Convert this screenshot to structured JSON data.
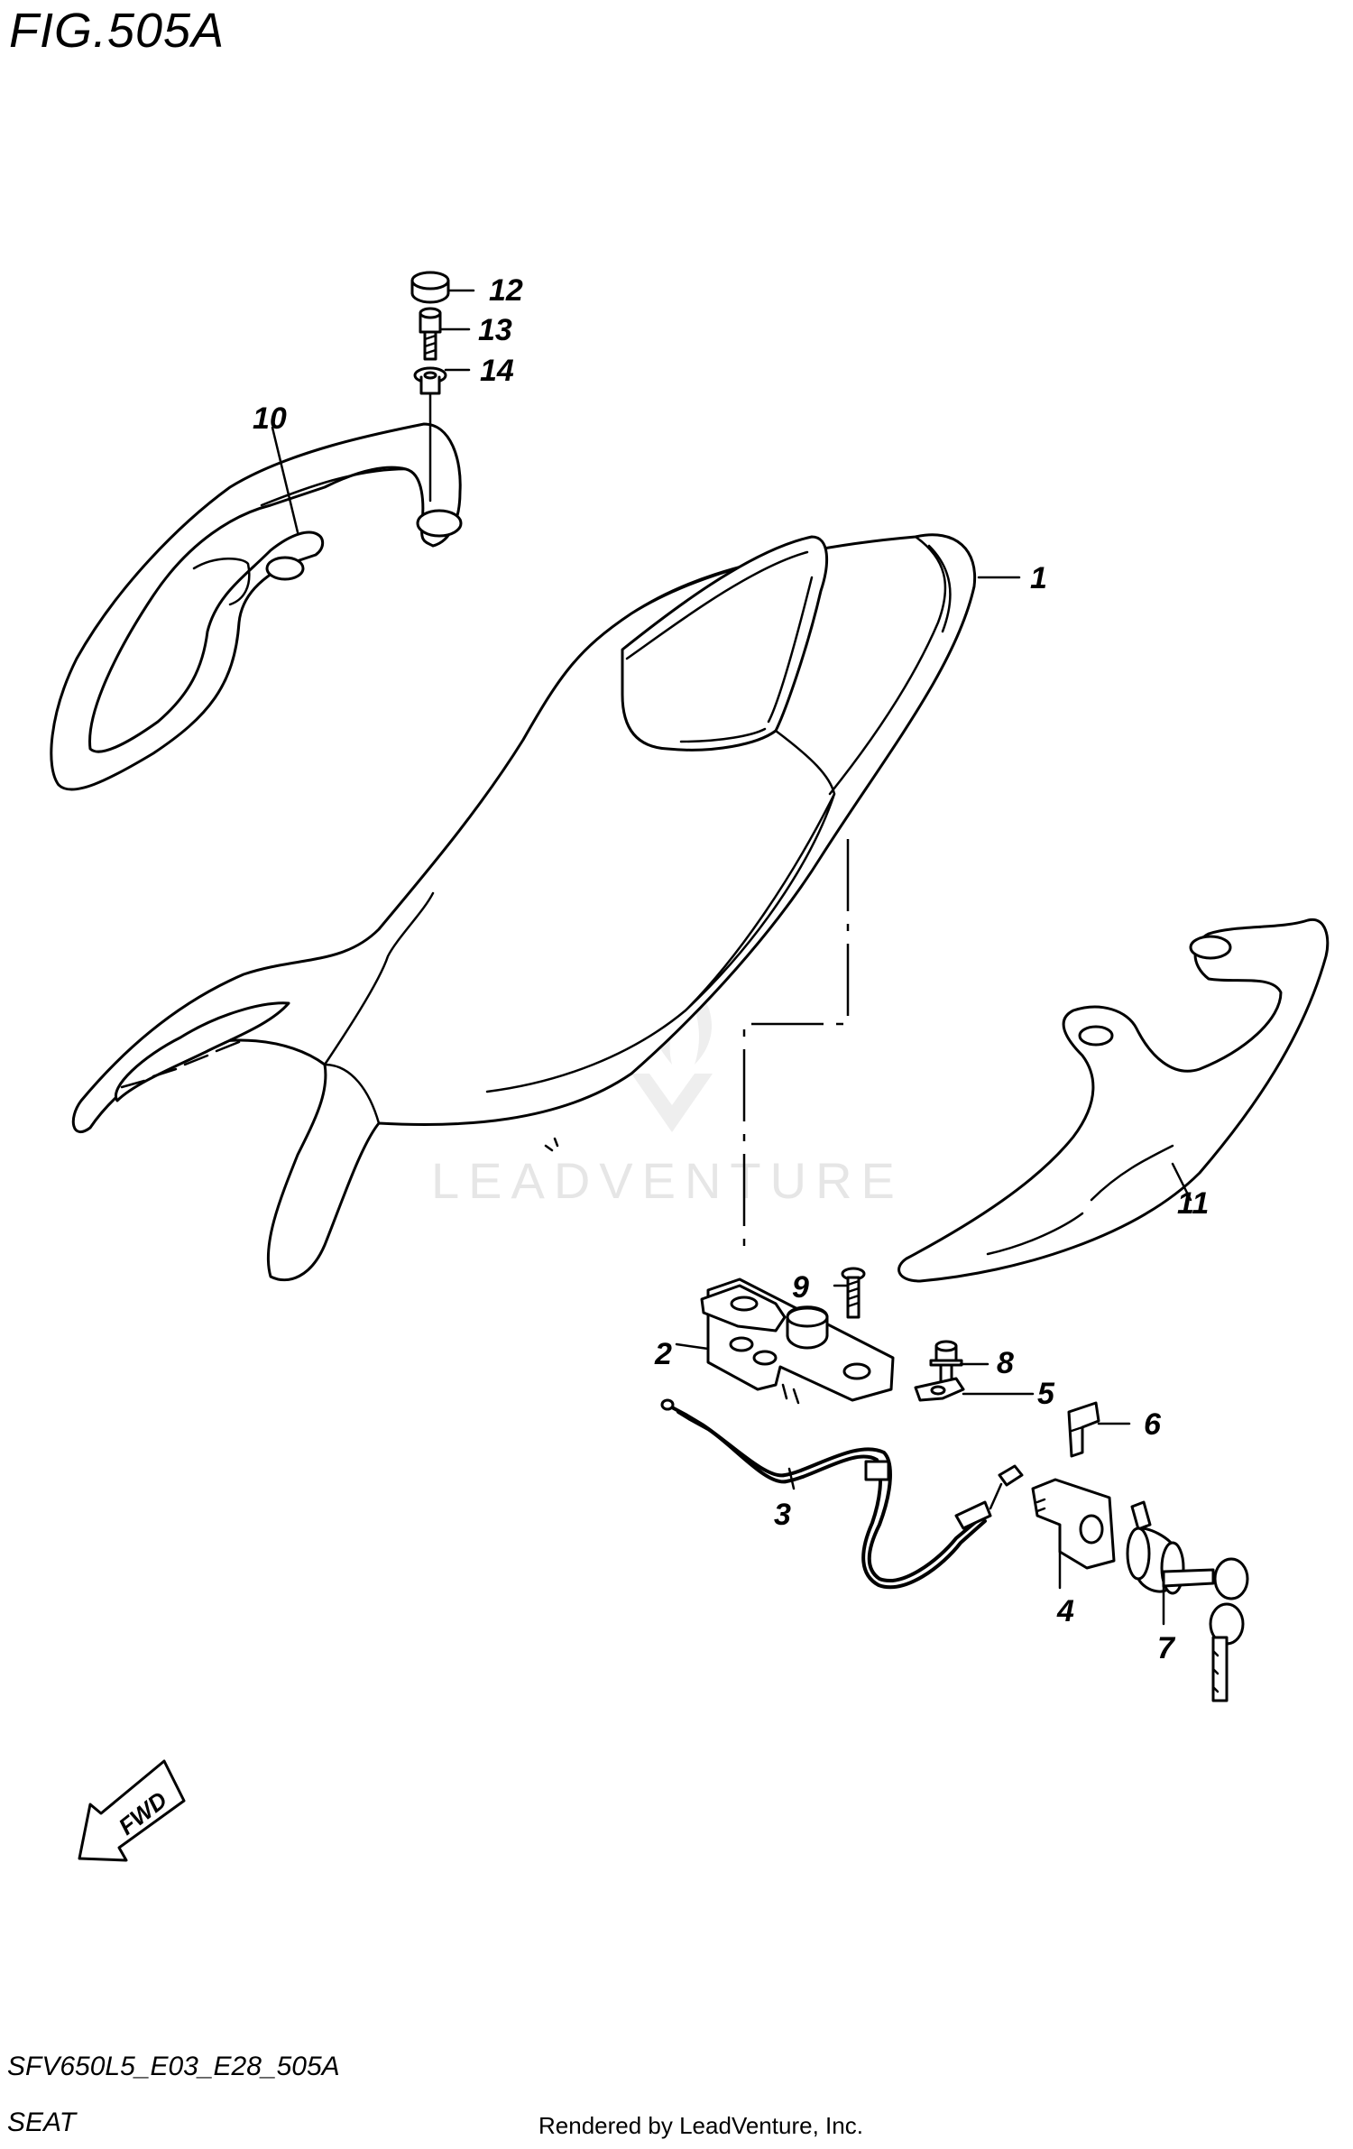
{
  "figure": {
    "title": "FIG.505A",
    "code": "SFV650L5_E03_E28_505A",
    "caption": "SEAT",
    "rendered_by": "Rendered by LeadVenture, Inc.",
    "watermark": "LEADVENTURE",
    "fwd_label": "FWD"
  },
  "callouts": [
    "1",
    "2",
    "3",
    "4",
    "5",
    "6",
    "7",
    "8",
    "9",
    "10",
    "11",
    "12",
    "13",
    "14"
  ],
  "colors": {
    "line": "#000000",
    "background": "#ffffff",
    "watermark": "#e6e6e6"
  }
}
